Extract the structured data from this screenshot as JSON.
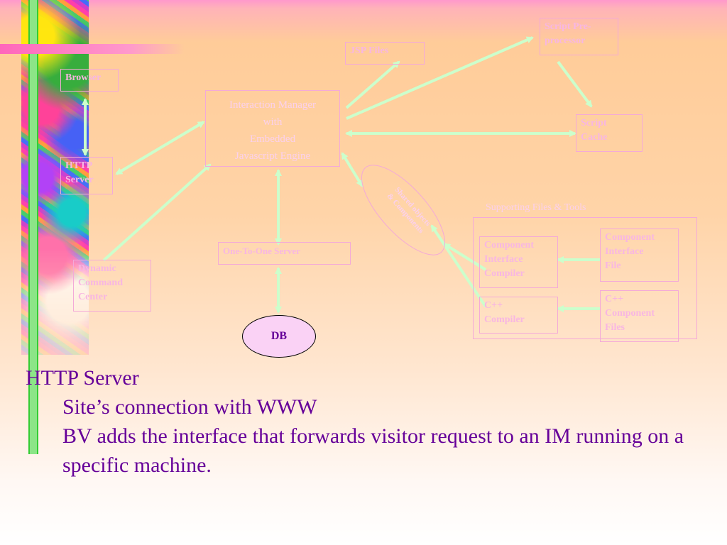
{
  "colors": {
    "box_border": "#f4a9d8",
    "box_text": "#f8b6e2",
    "arrow": "#ccffcc",
    "caption_text": "#660099",
    "db_fill": "#fad2f5",
    "db_text": "#660099"
  },
  "diagram": {
    "nodes": {
      "browser": "Browser",
      "http_server": "HTTP\nServer",
      "dynamic_command_center": "Dynamic\nCommand\nCenter",
      "interaction_manager": "Interaction Manager\nwith\nEmbedded\nJavascript Engine",
      "jsp_files": "JSP Files",
      "script_preprocessor": "Script Pre-\nprocessor",
      "script_cache": "Script\nCache",
      "one_to_one_server": "One-To-One Server",
      "db": "DB",
      "component_interface_compiler": "Component\nInterface\nCompiler",
      "cpp_compiler": "C++\nCompiler",
      "component_interface_file": "Component\nInterface\nFile",
      "cpp_component_files": "C++\nComponent\nFiles",
      "oval_label": "Shared objects\n& Components"
    },
    "supporting_label": "Supporting Files & Tools"
  },
  "caption": {
    "heading": "HTTP Server",
    "line1": "Site’s connection with WWW",
    "line2": "BV adds the interface that forwards visitor request to an IM running on a specific machine."
  }
}
